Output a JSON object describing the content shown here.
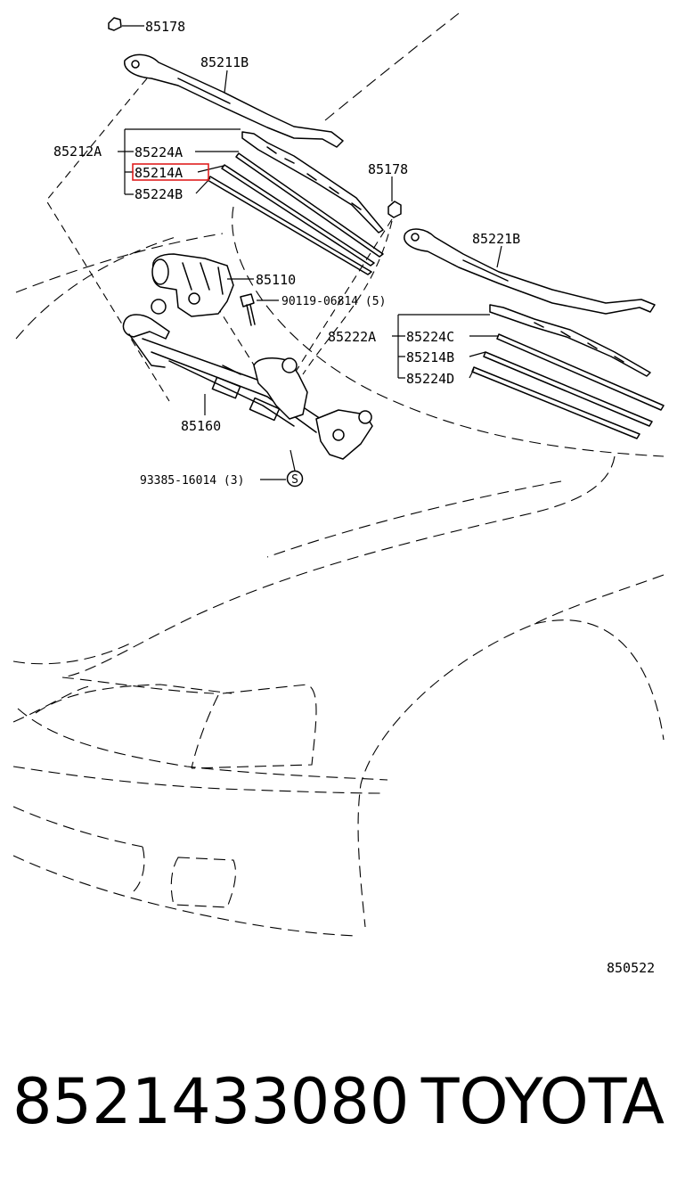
{
  "diagram": {
    "highlight_color": "#e02020",
    "labels": {
      "clip_top": "85178",
      "arm_left": "85211B",
      "blade_assy_left": "85212A",
      "rubber_left_a": "85224A",
      "insert_left": "85214A",
      "rubber_left_b": "85224B",
      "clip_right": "85178",
      "arm_right": "85221B",
      "motor": "85110",
      "bolt": "90119-06814 (5)",
      "blade_assy_right": "85222A",
      "rubber_right_c": "85224C",
      "insert_right": "85214B",
      "rubber_right_d": "85224D",
      "link": "85160",
      "screw": "93385-16014 (3)",
      "screw_symbol": "S",
      "diagram_code": "850522"
    },
    "highlighted_label": "85214A"
  },
  "footer": {
    "part_number": "8521433080",
    "brand": "TOYOTA"
  }
}
